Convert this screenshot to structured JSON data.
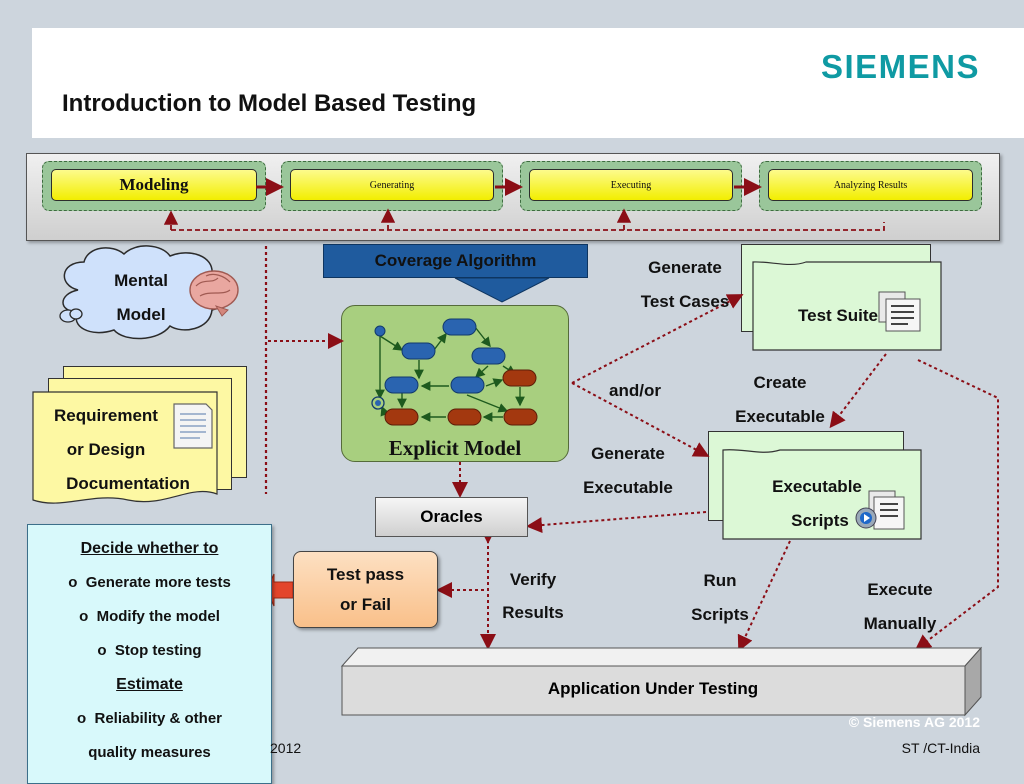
{
  "header": {
    "logo": "SIEMENS",
    "title": "Introduction to Model Based Testing"
  },
  "phases": [
    {
      "label": "Modeling"
    },
    {
      "label": "Generating"
    },
    {
      "label": "Executing"
    },
    {
      "label": "Analyzing Results"
    }
  ],
  "mental_model": {
    "line1": "Mental",
    "line2": "Model"
  },
  "requirements": {
    "line1": "Requirement",
    "line2": "or Design",
    "line3": "Documentation"
  },
  "coverage": {
    "label": "Coverage Algorithm"
  },
  "explicit_model": {
    "label": "Explicit Model"
  },
  "generate_test_cases": {
    "line1": "Generate",
    "line2": "Test Cases"
  },
  "test_suite": {
    "label": "Test Suite"
  },
  "and_or": "and/or",
  "create_executable": {
    "line1": "Create",
    "line2": "Executable"
  },
  "generate_executable": {
    "line1": "Generate",
    "line2": "Executable"
  },
  "executable_scripts": {
    "line1": "Executable",
    "line2": "Scripts"
  },
  "oracles": {
    "label": "Oracles"
  },
  "test_pass": {
    "line1": "Test pass",
    "line2": "or Fail"
  },
  "verify_results": {
    "line1": "Verify",
    "line2": "Results"
  },
  "run_scripts": {
    "line1": "Run",
    "line2": "Scripts"
  },
  "execute_manually": {
    "line1": "Execute",
    "line2": "Manually"
  },
  "decide": {
    "heading": "Decide whether to",
    "items": [
      "Generate more tests",
      "Modify the model",
      "Stop testing"
    ],
    "estimate_heading": "Estimate",
    "estimate_items": [
      "Reliability & other",
      "quality measures"
    ],
    "bullet": "o"
  },
  "aut": {
    "label": "Application Under Testing"
  },
  "footer": {
    "copyright": "© Siemens AG 2012",
    "org": "ST /CT-India",
    "year_fragment": "2012"
  },
  "colors": {
    "brand": "#0f9aa3",
    "arrow_dotted": "#8b0e16",
    "phase_yellow": "#f2ee00",
    "model_green": "#a8cf7f",
    "node_blue": "#2a64b0",
    "node_rust": "#a3380f"
  }
}
